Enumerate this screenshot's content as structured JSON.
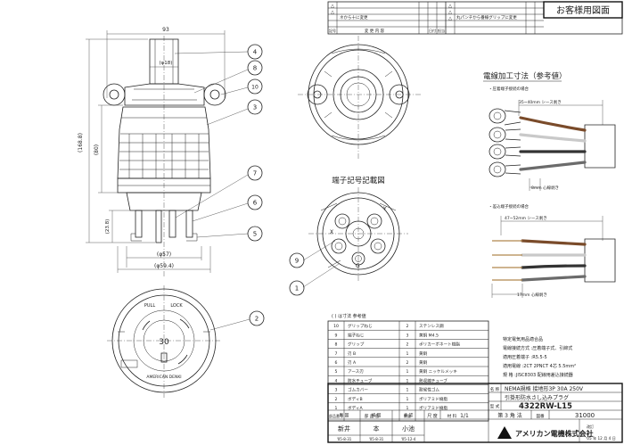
{
  "title_corner": "お客様用図面",
  "revisions": {
    "left": [
      {
        "mark": "△",
        "text": "",
        "date": "",
        "person": ""
      },
      {
        "mark": "△",
        "text": "",
        "date": "",
        "person": ""
      },
      {
        "mark": "",
        "text": "ネから十に変更",
        "date": "",
        "person": ""
      },
      {
        "mark": "",
        "text": "",
        "date": "",
        "person": ""
      }
    ],
    "left_headers": {
      "mark": "記号",
      "text": "変 更 内 容",
      "date": "日付",
      "person": "担当"
    },
    "right": [
      {
        "mark": "△",
        "text": "",
        "date": "",
        "person": ""
      },
      {
        "mark": "△",
        "text": "",
        "date": "",
        "person": ""
      },
      {
        "mark": "△",
        "text": "丸パンチから番線グリップに変更",
        "date": "",
        "person": ""
      },
      {
        "mark": "",
        "text": "",
        "date": "",
        "person": ""
      }
    ]
  },
  "front_view": {
    "dim_93": "93",
    "dim_18": "(φ18)",
    "dim_168": "(168.8)",
    "dim_80": "(80)",
    "dim_23": "(23.8)",
    "dim_57": "(φ57)",
    "dim_59": "(φ59.4)"
  },
  "balloons": {
    "b4": "4",
    "b8": "8",
    "b10": "10",
    "b3": "3",
    "b7": "7",
    "b6": "6",
    "b5": "5",
    "b2": "2",
    "b9": "9",
    "b1": "1"
  },
  "pin_face": {
    "pull": "PULL",
    "lock": "LOCK",
    "rating": "30",
    "brand": "AMERICAN DENKI"
  },
  "terminal_title": "端子記号記載図",
  "terminal_marks": {
    "x": "X",
    "y": "Y",
    "g": "G"
  },
  "wire_section": {
    "title": "電線加工寸法（参考値）",
    "upper_note": "・圧着端子接続の場合",
    "upper_dim": "35~40mm  シース剥き",
    "upper_strip": "8mm  心線剥き",
    "lower_note": "・差込端子接続の場合",
    "lower_dim": "47~52mm  シース剥き",
    "lower_strip": "17mm  心線剥き"
  },
  "parts": {
    "heading": "( ) は寸法 参考値",
    "rows": [
      {
        "no": "10",
        "name": "グリップねじ",
        "qty": "2",
        "mat": "ステンレス鋼"
      },
      {
        "no": "9",
        "name": "端子ねじ",
        "qty": "3",
        "mat": "黄銅    M4.5"
      },
      {
        "no": "8",
        "name": "グリップ",
        "qty": "2",
        "mat": "ポリカーボネート樹脂"
      },
      {
        "no": "7",
        "name": "刃 B",
        "qty": "1",
        "mat": "黄銅"
      },
      {
        "no": "6",
        "name": "刃 A",
        "qty": "2",
        "mat": "黄銅"
      },
      {
        "no": "5",
        "name": "アース刃",
        "qty": "1",
        "mat": "黄銅    ニッケルメッキ"
      },
      {
        "no": "4",
        "name": "防水チューブ",
        "qty": "1",
        "mat": "熱収縮チューブ"
      },
      {
        "no": "3",
        "name": "ゴムカバー",
        "qty": "1",
        "mat": "耐候性ゴム"
      },
      {
        "no": "2",
        "name": "ボディB",
        "qty": "1",
        "mat": "ポリアミド樹脂"
      },
      {
        "no": "1",
        "name": "ボディA",
        "qty": "1",
        "mat": "ポリアミド樹脂"
      }
    ],
    "footer": [
      "部品番号",
      "部 品 名",
      "数量",
      "材  料"
    ]
  },
  "spec": {
    "l1": "特定電気用品適合品",
    "l2": "電線接続方式  :圧着端子式、引締式",
    "l3": "適用圧着端子  :R5.5-5",
    "l4": "適用電線      :2CT  2PNCT  4芯  5.5mm²",
    "l5": "規  格        :JISC8303  配線用差込接続器"
  },
  "title_block": {
    "label_name": "名 称",
    "name1": "NEMA規格  接地形3P  30A  250V",
    "name2": "引掛形防水さし込みプラグ",
    "label_model": "型 式",
    "model": "4322RW-L15",
    "label_scale": "尺 度",
    "scale": "1/1",
    "method": "第 3 角 法",
    "label_drawing": "図番",
    "drawing": "31000",
    "roles": [
      "製 図",
      "検 図",
      "承 認"
    ],
    "people": [
      "新井",
      "本",
      "小池"
    ],
    "dates": [
      "'05-8-31",
      "'05-8-31",
      "'05-12-4"
    ],
    "company": "アメリカン電機株式会社",
    "date_issue": "'05 年 12 月 4 日",
    "revision_label": "改訂"
  }
}
